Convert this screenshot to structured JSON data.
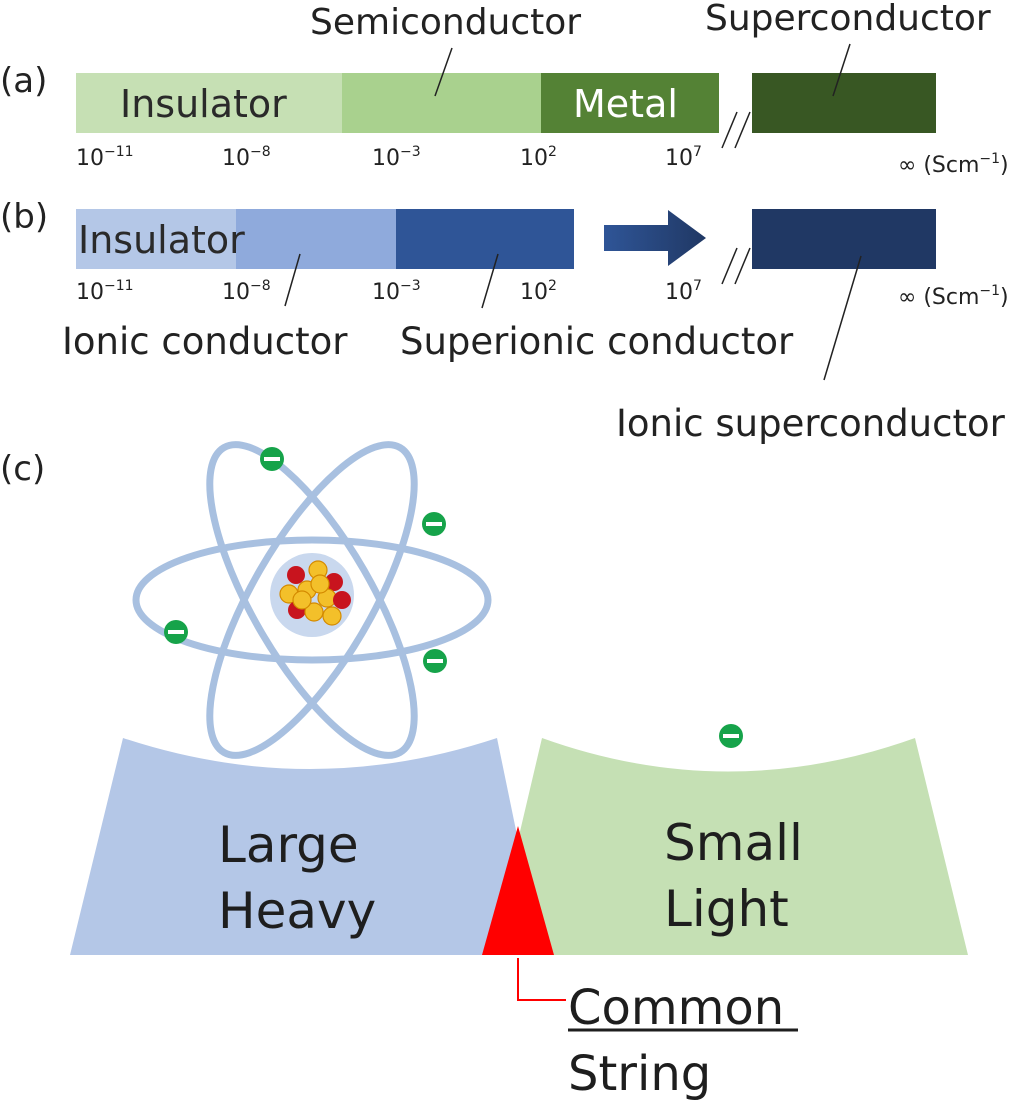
{
  "panel_a": {
    "label": "(a)",
    "segments": [
      "Insulator",
      "Semiconductor",
      "Metal",
      "Superconductor"
    ],
    "ticks": [
      "10",
      "10",
      "10",
      "10",
      "10",
      "∞ (Scm"
    ],
    "tick_exponents": [
      "−11",
      "−8",
      "−3",
      "2",
      "7",
      "−1"
    ],
    "tick_suffix": ")",
    "colors": [
      "#c6e0b4",
      "#a9d18e",
      "#548235",
      "#385723"
    ]
  },
  "panel_b": {
    "label": "(b)",
    "segments": [
      "Insulator",
      "Ionic conductor",
      "Superionic conductor",
      "Ionic superconductor"
    ],
    "ticks": [
      "10",
      "10",
      "10",
      "10",
      "10",
      "∞ (Scm"
    ],
    "tick_exponents": [
      "−11",
      "−8",
      "−3",
      "2",
      "7",
      "−1"
    ],
    "tick_suffix": ")",
    "colors": [
      "#b4c7e7",
      "#8faadc",
      "#2f5597",
      "#203864"
    ]
  },
  "panel_c": {
    "label": "(c)",
    "left_pan": {
      "line1": "Large",
      "line2": "Heavy",
      "color": "#b4c7e7"
    },
    "right_pan": {
      "line1": "Small",
      "line2": "Light",
      "color": "#c5e0b4"
    },
    "fulcrum_color": "#ff0000",
    "note": {
      "line1": "Common",
      "line2": "String"
    }
  }
}
